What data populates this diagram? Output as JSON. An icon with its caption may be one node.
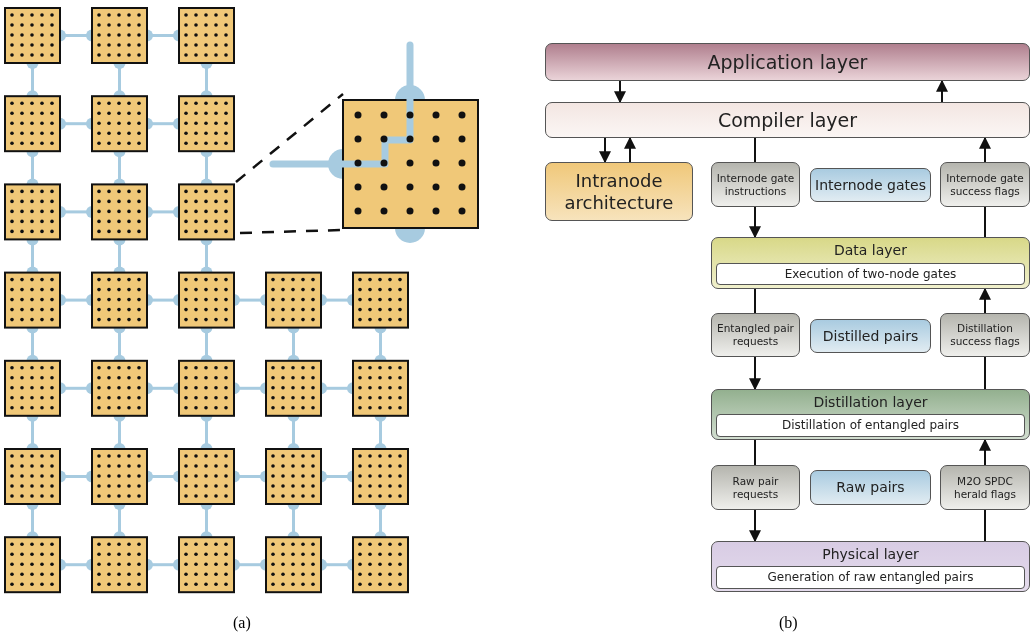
{
  "diagram": {
    "nodes": [
      {
        "text": [
          "Application layer"
        ]
      },
      {
        "text": [
          "Compiler layer"
        ]
      },
      {
        "text": [
          "Intranode architecture"
        ]
      },
      {
        "text": [
          "Internode gate instructions"
        ]
      },
      {
        "text": [
          "Internode gates"
        ]
      },
      {
        "text": [
          "Internode gate success flags"
        ]
      },
      {
        "text": [
          "Data layer"
        ]
      },
      {
        "text": [
          "Execution of two-node gates"
        ],
        "in": 6
      },
      {
        "text": [
          "Entangled pair requests"
        ]
      },
      {
        "text": [
          "Distilled pairs"
        ]
      },
      {
        "text": [
          "Distillation success flags"
        ]
      },
      {
        "text": [
          "Distillation layer"
        ]
      },
      {
        "text": [
          "Distillation of entangled pairs"
        ],
        "in": 11
      },
      {
        "text": [
          "Raw pair requests"
        ]
      },
      {
        "text": [
          "Raw pairs"
        ]
      },
      {
        "text": [
          "M2O SPDC herald flags"
        ]
      },
      {
        "text": [
          "Physical layer"
        ]
      },
      {
        "text": [
          "Generation of raw entangled pairs"
        ],
        "in": 16
      }
    ],
    "edges": [
      {
        "from": 0,
        "to": 1,
        "arrow": "to"
      },
      {
        "from": 1,
        "to": 0,
        "arrow": "to"
      },
      {
        "from": 1,
        "to": 2,
        "arrow": "to"
      },
      {
        "from": 2,
        "to": 1,
        "arrow": "to"
      },
      {
        "from": 1,
        "to": 3,
        "arrow": "none"
      },
      {
        "from": 3,
        "to": 6,
        "arrow": "to"
      },
      {
        "from": 6,
        "to": 5,
        "arrow": "none"
      },
      {
        "from": 5,
        "to": 1,
        "arrow": "to"
      },
      {
        "from": 6,
        "to": 8,
        "arrow": "none"
      },
      {
        "from": 8,
        "to": 11,
        "arrow": "to"
      },
      {
        "from": 11,
        "to": 10,
        "arrow": "none"
      },
      {
        "from": 10,
        "to": 6,
        "arrow": "to"
      },
      {
        "from": 11,
        "to": 13,
        "arrow": "none"
      },
      {
        "from": 13,
        "to": 16,
        "arrow": "to"
      },
      {
        "from": 16,
        "to": 15,
        "arrow": "none"
      },
      {
        "from": 15,
        "to": 11,
        "arrow": "to"
      }
    ],
    "labels": [
      "(a)",
      "(b)"
    ]
  }
}
